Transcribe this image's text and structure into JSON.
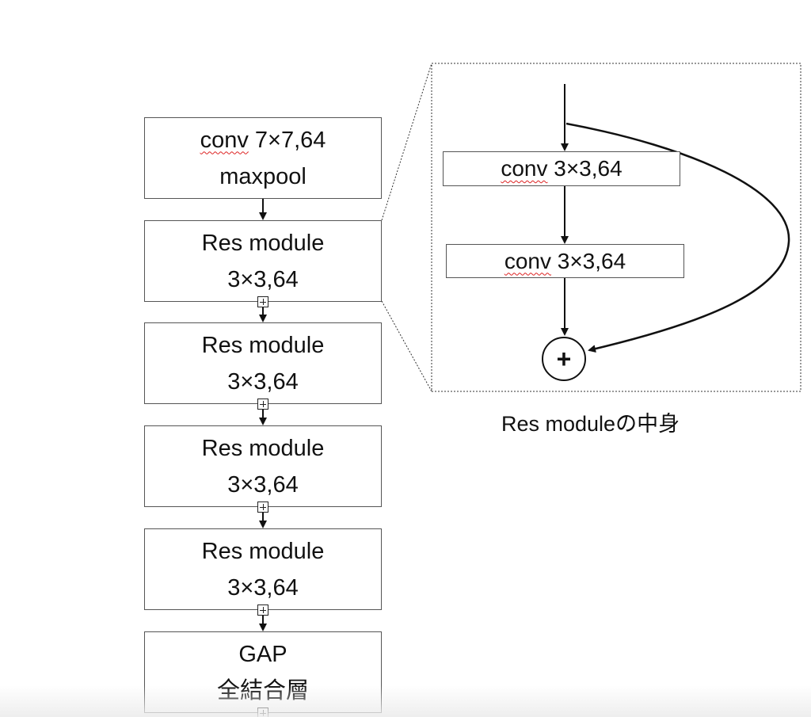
{
  "main_stack": [
    {
      "line1": "conv",
      "line1_rest": " 7×7,64",
      "line2": "maxpool"
    },
    {
      "line1": "Res module",
      "line2": "3×3,64"
    },
    {
      "line1": "Res module",
      "line2": "3×3,64"
    },
    {
      "line1": "Res module",
      "line2": "3×3,64"
    },
    {
      "line1": "Res module",
      "line2": "3×3,64"
    },
    {
      "line1": "GAP",
      "line2": "全結合層"
    }
  ],
  "res_module_detail": {
    "conv1": {
      "word": "conv",
      "rest": " 3×3,64"
    },
    "conv2": {
      "word": "conv",
      "rest": " 3×3,64"
    },
    "sum_symbol": "+",
    "caption": "Res moduleの中身"
  }
}
